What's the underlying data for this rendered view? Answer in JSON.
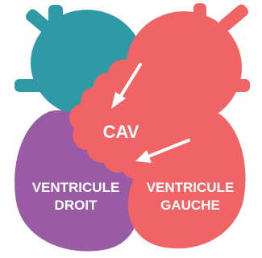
{
  "diagram": {
    "center_label": "CAV",
    "left_ventricle_label": [
      "VENTRICULE",
      "DROIT"
    ],
    "right_ventricle_label": [
      "VENTRICULE",
      "GAUCHE"
    ]
  },
  "colors": {
    "right_atrium": "#2e9aa6",
    "left_atrium": "#f06466",
    "right_ventricle": "#9a5aa5",
    "left_ventricle": "#f06466",
    "arrow": "#ffffff",
    "text": "#ffffff"
  }
}
